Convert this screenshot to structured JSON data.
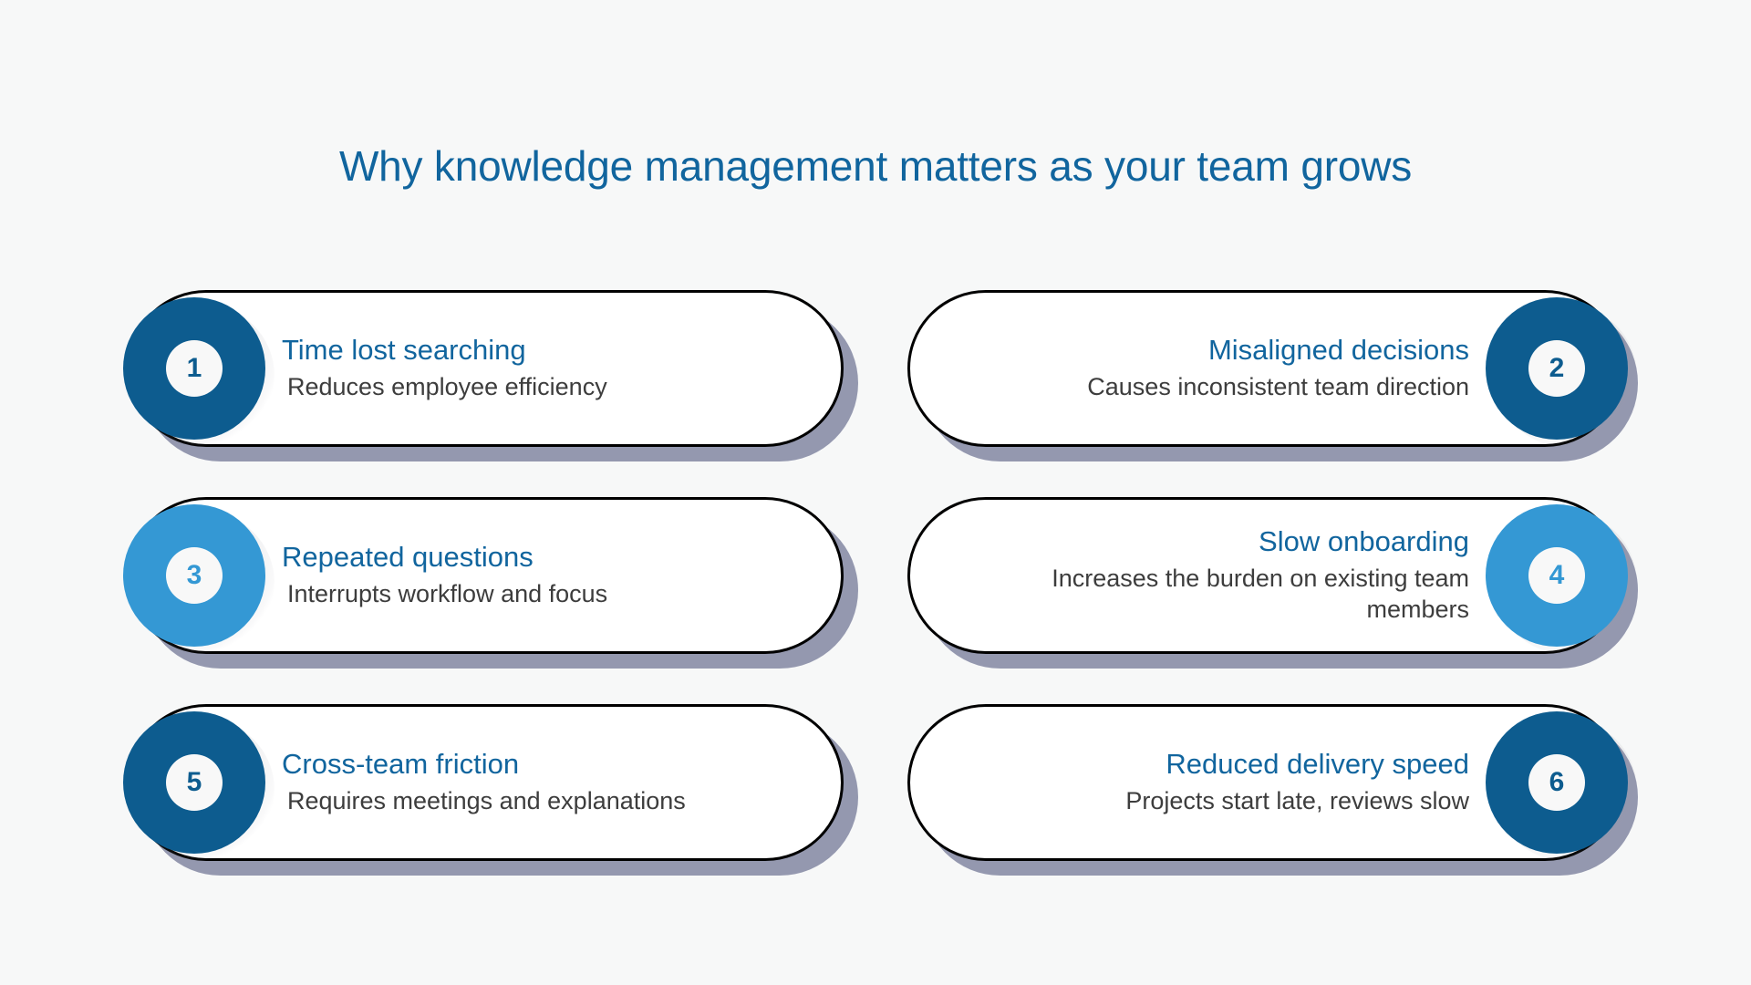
{
  "header": {
    "title": "Why knowledge management matters as your team grows",
    "title_color": "#11659e"
  },
  "theme": {
    "background": "#f7f8f8",
    "card_background": "#ffffff",
    "card_border": "#000000",
    "card_shadow": "#8e92ab",
    "heading_color": "#11659e",
    "description_color": "#3d3d3d",
    "badge_dark_blue": "#0d5c8f",
    "badge_light_blue": "#3498d4",
    "badge_inner": "#f8f8f8"
  },
  "cards": [
    {
      "number": "1",
      "heading": "Time lost searching",
      "description": "Reduces employee efficiency",
      "badge_color": "#0d5c8f",
      "badge_side": "left"
    },
    {
      "number": "2",
      "heading": "Misaligned decisions",
      "description": "Causes inconsistent team direction",
      "badge_color": "#0d5c8f",
      "badge_side": "right"
    },
    {
      "number": "3",
      "heading": "Repeated questions",
      "description": "Interrupts workflow and focus",
      "badge_color": "#3498d4",
      "badge_side": "left"
    },
    {
      "number": "4",
      "heading": "Slow onboarding",
      "description": "Increases the burden on existing team members",
      "badge_color": "#3498d4",
      "badge_side": "right"
    },
    {
      "number": "5",
      "heading": "Cross-team friction",
      "description": "Requires meetings and explanations",
      "badge_color": "#0d5c8f",
      "badge_side": "left"
    },
    {
      "number": "6",
      "heading": "Reduced delivery speed",
      "description": "Projects start late, reviews slow",
      "badge_color": "#0d5c8f",
      "badge_side": "right"
    }
  ]
}
